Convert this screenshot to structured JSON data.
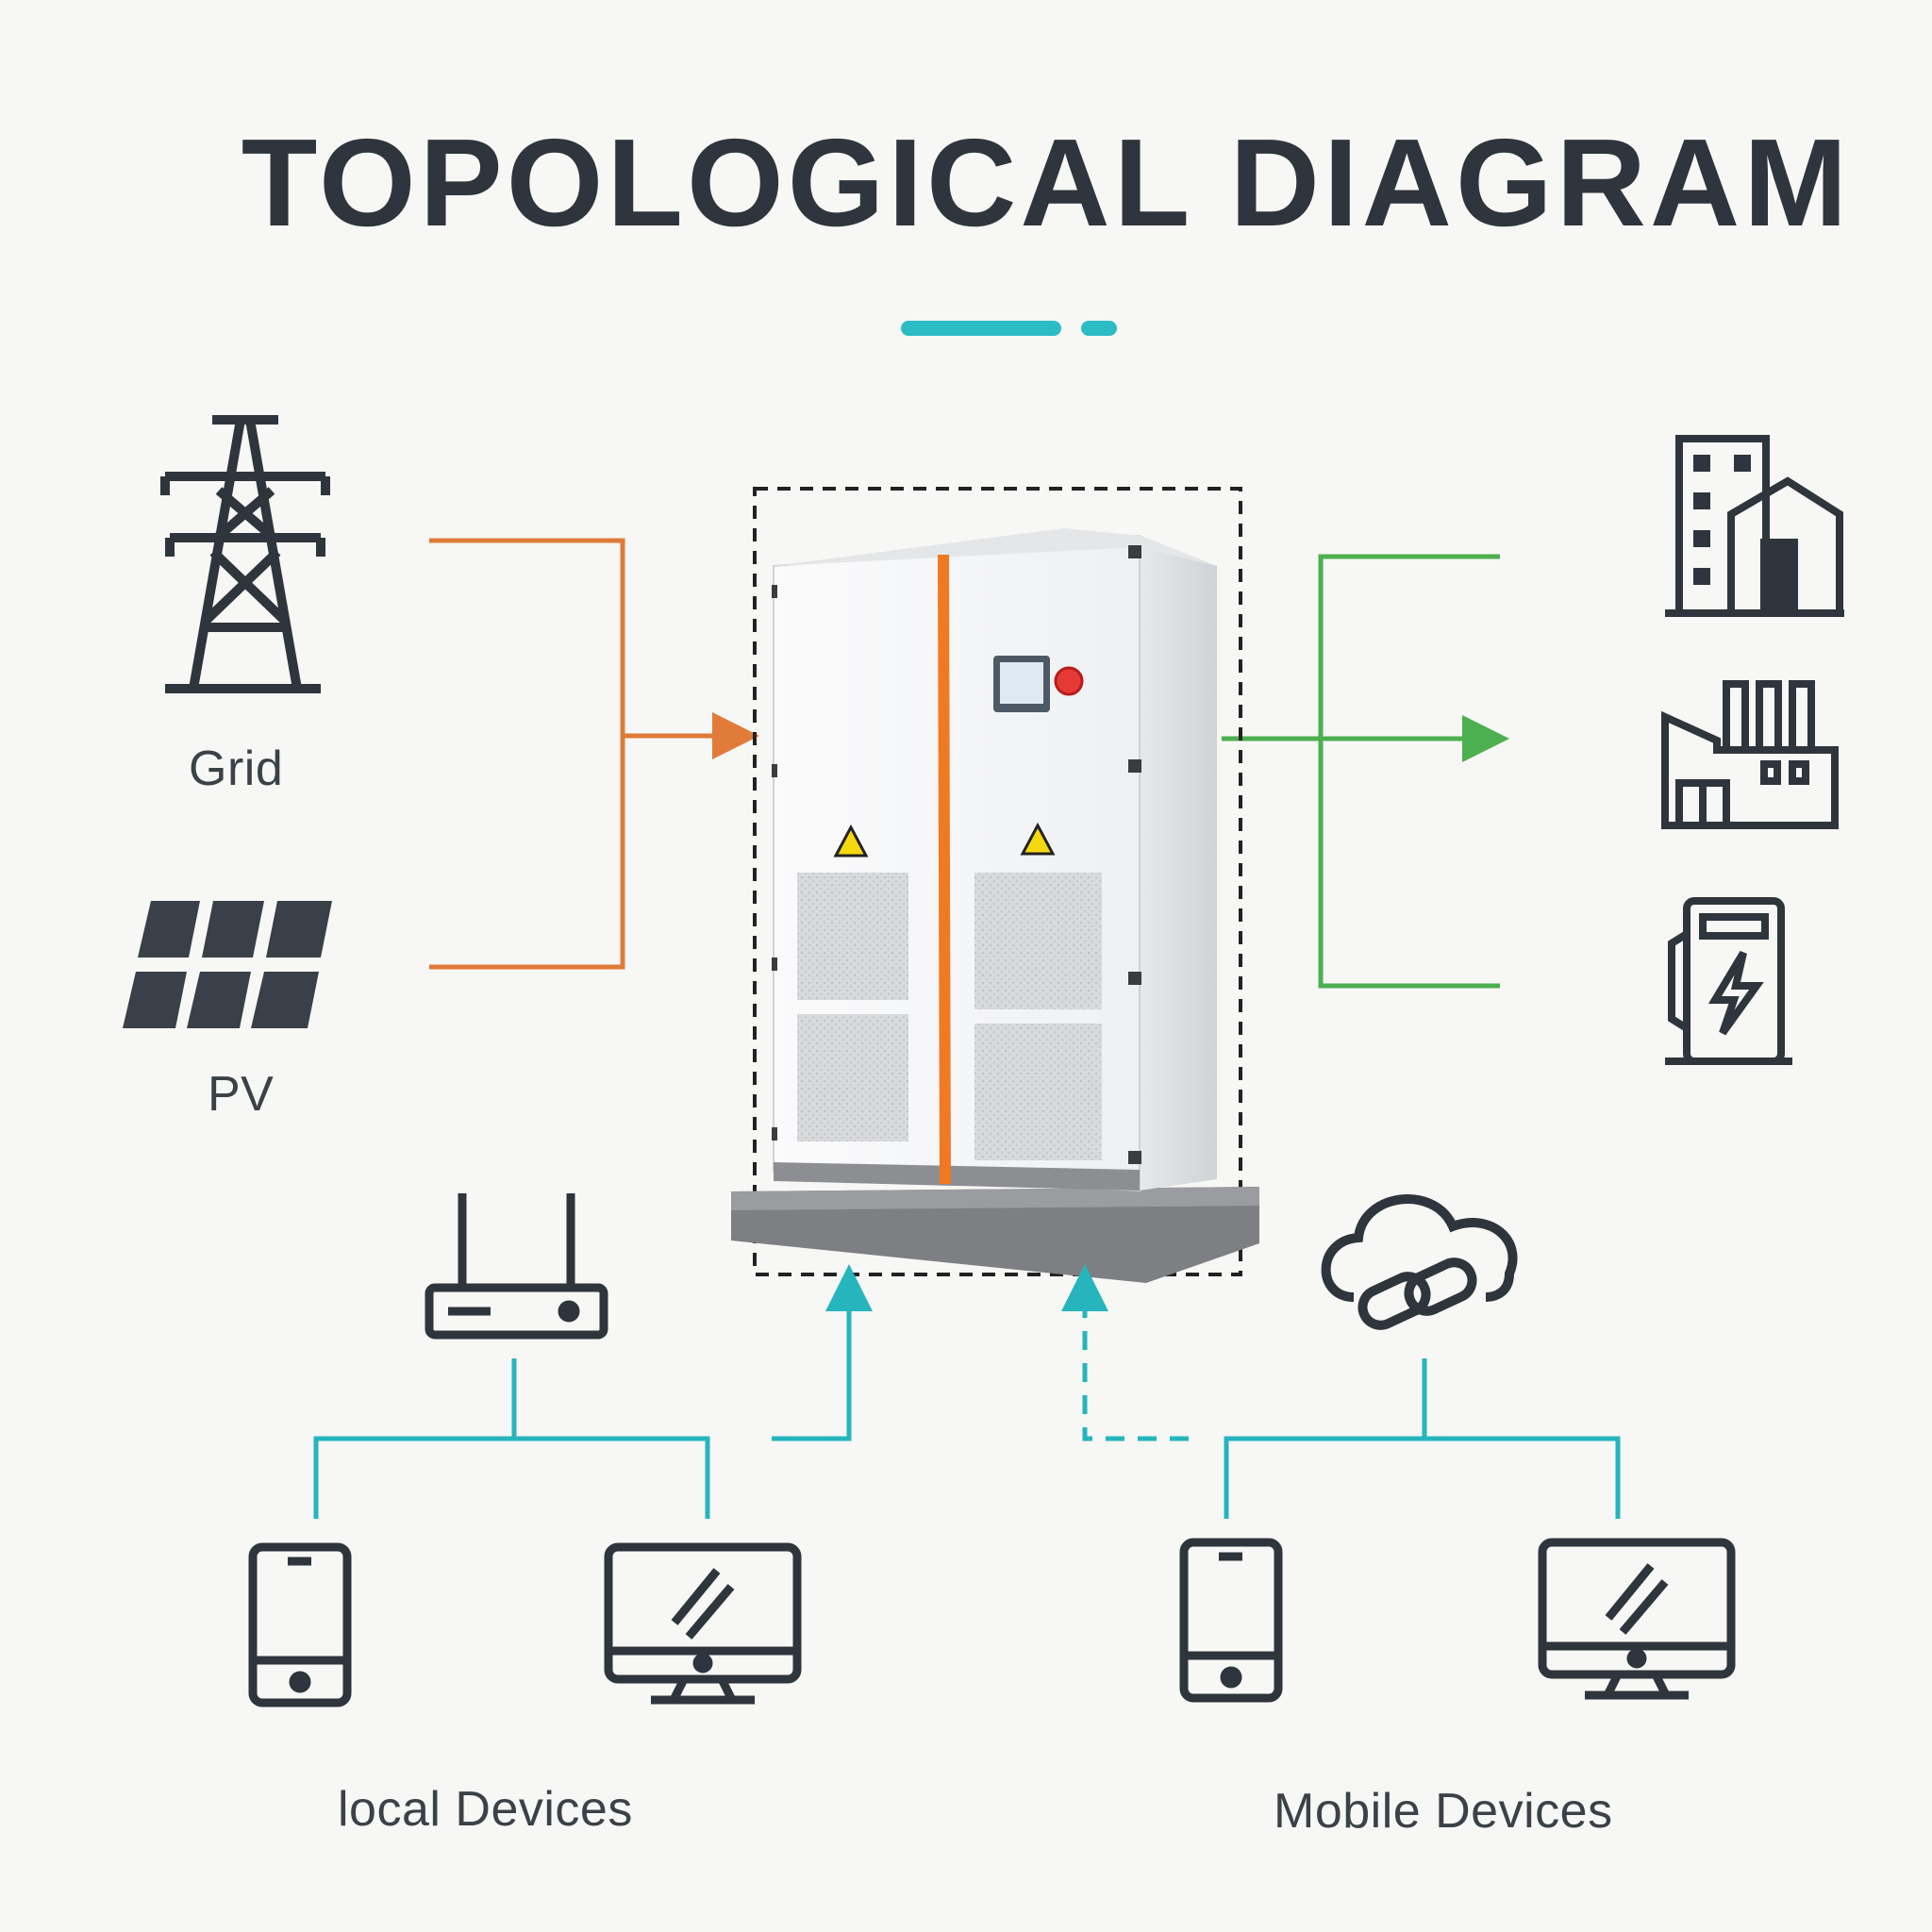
{
  "title": "TOPOLOGICAL DIAGRAM",
  "colors": {
    "background": "#f7f7f5",
    "icon": "#2f353c",
    "input_line": "#e07b39",
    "output_line": "#4caf50",
    "comm_line": "#26b5bd",
    "accent": "#2bbcc4"
  },
  "sources": {
    "grid_label": "Grid",
    "pv_label": "PV",
    "grid_icon": "transmission-tower-icon",
    "pv_icon": "solar-panel-icon"
  },
  "loads": {
    "icons": [
      "building-icon",
      "factory-icon",
      "ev-charger-icon"
    ]
  },
  "center": {
    "device_icon": "energy-storage-cabinet-icon"
  },
  "devices": {
    "local_label": "local Devices",
    "mobile_label": "Mobile Devices",
    "local_hub_icon": "router-icon",
    "mobile_hub_icon": "cloud-link-icon",
    "endpoint_icons": [
      "smartphone-icon",
      "monitor-icon"
    ]
  }
}
